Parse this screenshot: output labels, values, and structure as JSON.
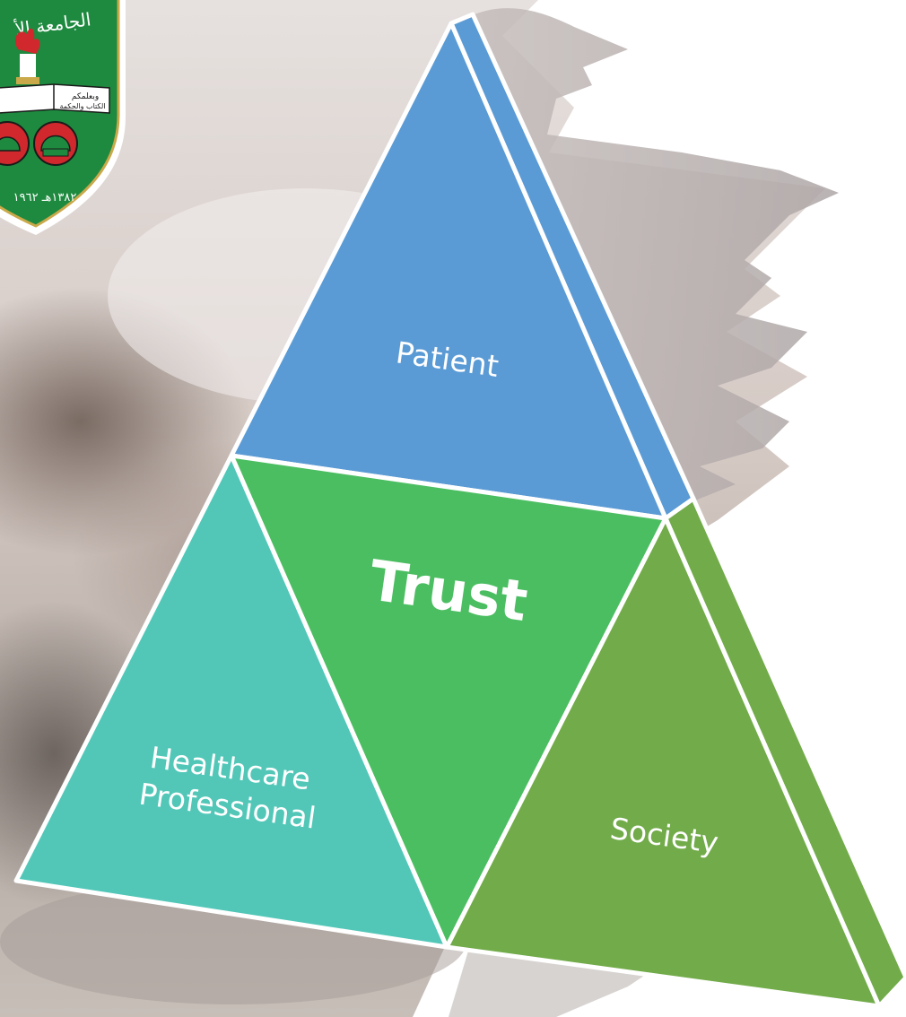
{
  "diagram": {
    "type": "triangle-segments",
    "segments": [
      {
        "id": "patient",
        "label": "Patient",
        "color": "#5b9bd5"
      },
      {
        "id": "trust",
        "label": "Trust",
        "color": "#4cbe62"
      },
      {
        "id": "healthcare",
        "label": "Healthcare Professional",
        "label_lines": [
          "Healthcare",
          "Professional"
        ],
        "color": "#52c7b8"
      },
      {
        "id": "society",
        "label": "Society",
        "color": "#72ab4a"
      }
    ]
  },
  "logo": {
    "top_text": "الجامعة الأ",
    "book_text_1": "وبعلمكم",
    "book_text_2": "الكتاب والحكمة",
    "year_text": "١٣٨٢هـ ١٩٦٢"
  },
  "colors": {
    "shield_green": "#1e8a3f",
    "shield_red": "#d0282d",
    "shield_gold": "#c9a94a"
  }
}
